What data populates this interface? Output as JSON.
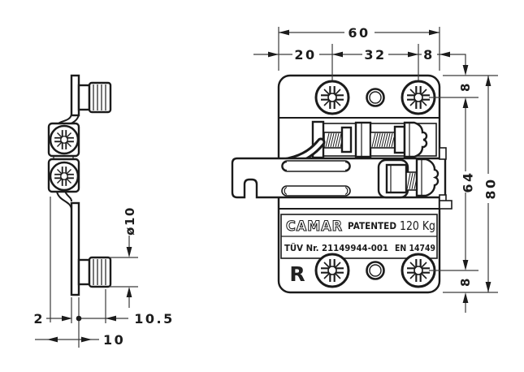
{
  "side_view": {
    "dims": {
      "dowel_diameter": "ø10",
      "plate_thickness": "2",
      "depth": "10.5",
      "dowel_length": "10"
    }
  },
  "front_view": {
    "dims": {
      "total_width": "60",
      "left_to_hole": "20",
      "hole_spacing": "32",
      "hole_to_edge": "8",
      "top_to_hole": "8",
      "hole_vertical_spacing": "64",
      "hole_to_bottom": "8",
      "total_height": "80"
    }
  },
  "plate_label": {
    "brand": "CAMAR",
    "patented_text": "PATENTED",
    "max_load": "120 Kg",
    "tuv_certificate": "TÜV Nr. 21149944-001",
    "standard": "EN 14749",
    "orientation_marking": "R"
  },
  "colors": {
    "outline": "#1b1b1b",
    "dimension": "#3a3a3a",
    "background": "#ffffff"
  }
}
